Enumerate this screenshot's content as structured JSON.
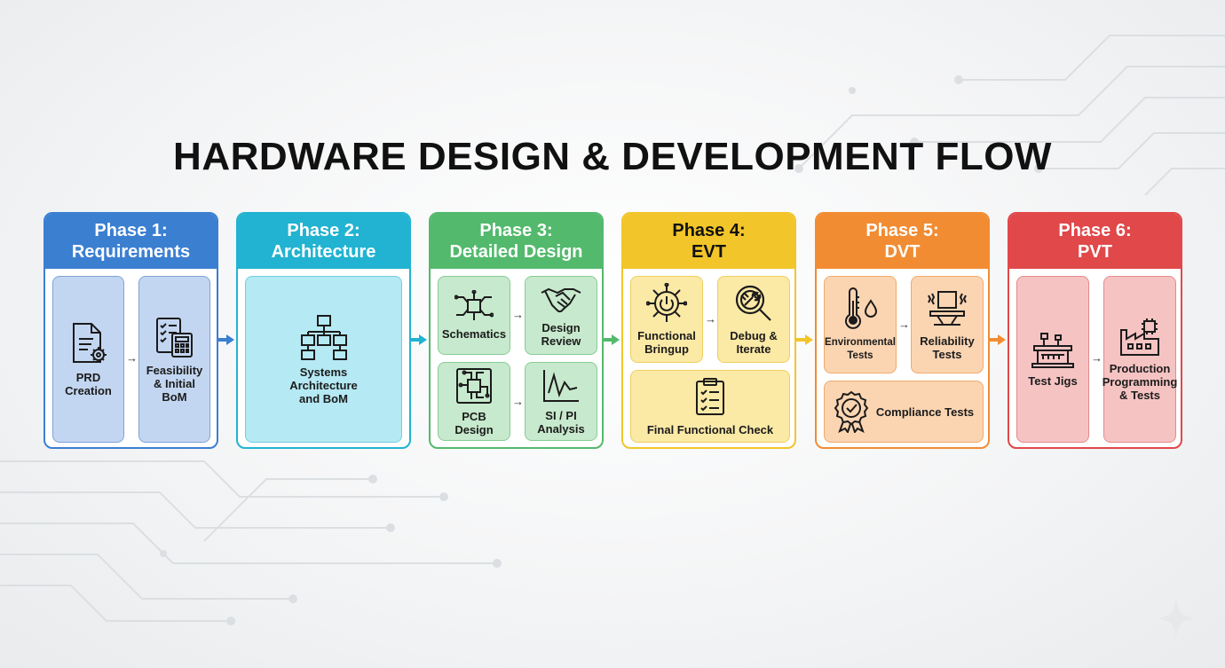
{
  "title": "HARDWARE DESIGN & DEVELOPMENT FLOW",
  "arrow_glyph": "→",
  "phases": [
    {
      "title": "Phase 1:",
      "subtitle": "Requirements",
      "color": "#3b7fd1",
      "card_bg": "#c3d6f1",
      "card_border": "#7ea3d8",
      "steps": [
        {
          "label": "PRD\nCreation",
          "icon": "document-gear-icon"
        },
        {
          "label": "Feasibility\n& Initial\nBoM",
          "icon": "calculator-checklist-icon"
        }
      ]
    },
    {
      "title": "Phase 2:",
      "subtitle": "Architecture",
      "color": "#21b3d1",
      "card_bg": "#b5e9f3",
      "card_border": "#6fcfe3",
      "steps": [
        {
          "label": "Systems\nArchitecture\nand BoM",
          "icon": "hierarchy-icon"
        }
      ]
    },
    {
      "title": "Phase 3:",
      "subtitle": "Detailed Design",
      "color": "#53b96c",
      "card_bg": "#c7e9cd",
      "card_border": "#88cc96",
      "steps": [
        {
          "label": "Schematics",
          "icon": "schematic-icon"
        },
        {
          "label": "Design\nReview",
          "icon": "handshake-icon"
        },
        {
          "label": "PCB\nDesign",
          "icon": "pcb-chip-icon"
        },
        {
          "label": "SI / PI\nAnalysis",
          "icon": "waveform-icon"
        }
      ]
    },
    {
      "title": "Phase 4:",
      "subtitle": "EVT",
      "color": "#f2c52a",
      "card_bg": "#fbe9a6",
      "card_border": "#efcf5e",
      "steps": [
        {
          "label": "Functional\nBringup",
          "icon": "power-chip-icon"
        },
        {
          "label": "Debug &\nIterate",
          "icon": "magnifier-wrench-icon"
        },
        {
          "label": "Final Functional Check",
          "icon": "clipboard-check-icon"
        }
      ]
    },
    {
      "title": "Phase 5:",
      "subtitle": "DVT",
      "color": "#f28c33",
      "card_bg": "#fbd5b2",
      "card_border": "#f0aa6b",
      "steps": [
        {
          "label": "Environmental\nTests",
          "icon": "thermometer-drop-icon"
        },
        {
          "label": "Reliability\nTests",
          "icon": "vibration-test-icon"
        },
        {
          "label": "Compliance Tests",
          "icon": "certificate-badge-icon"
        }
      ]
    },
    {
      "title": "Phase 6:",
      "subtitle": "PVT",
      "color": "#e0484a",
      "card_bg": "#f6c3c3",
      "card_border": "#e48a8b",
      "steps": [
        {
          "label": "Test Jigs",
          "icon": "test-jig-icon"
        },
        {
          "label": "Production\nProgramming\n& Tests",
          "icon": "factory-chip-icon"
        }
      ]
    }
  ]
}
